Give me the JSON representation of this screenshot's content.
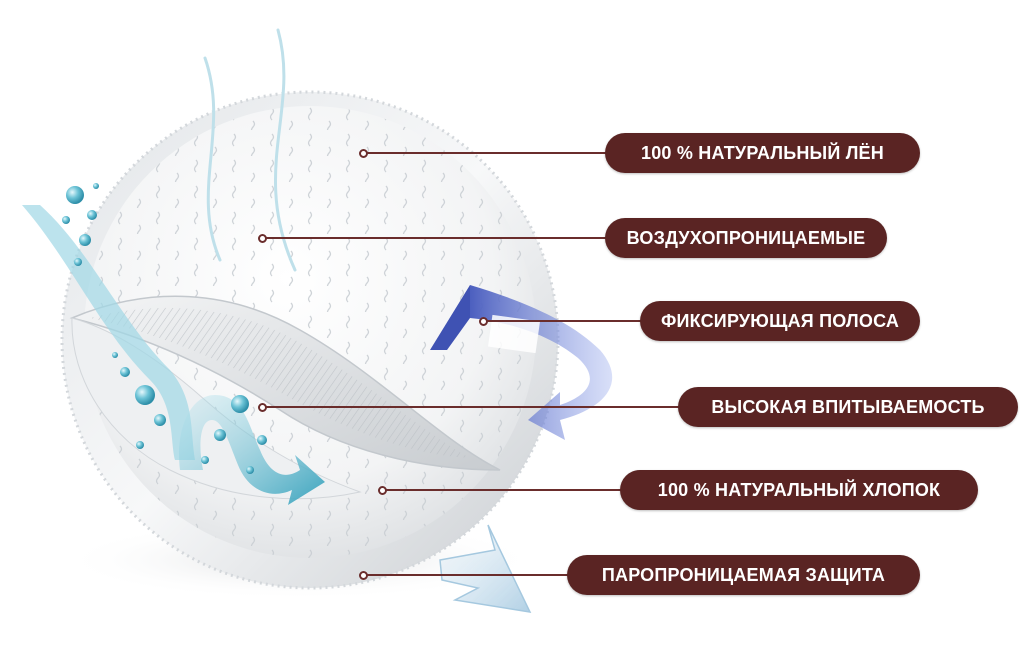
{
  "callouts": [
    {
      "id": "linen",
      "label": "100 % НАТУРАЛЬНЫЙ ЛЁН"
    },
    {
      "id": "breathable",
      "label": "ВОЗДУХОПРОНИЦАЕМЫЕ"
    },
    {
      "id": "fixing-strip",
      "label": "ФИКСИРУЮЩАЯ ПОЛОСА"
    },
    {
      "id": "absorbency",
      "label": "ВЫСОКАЯ ВПИТЫВАЕМОСТЬ"
    },
    {
      "id": "cotton",
      "label": "100 % НАТУРАЛЬНЫЙ ХЛОПОК"
    },
    {
      "id": "vapor-protection",
      "label": "ПАРОПРОНИЦАЕМАЯ ЗАЩИТА"
    }
  ],
  "colors": {
    "label_bg": "#5a2423",
    "leader": "#6a2d2c",
    "water": "#4fb3c8",
    "strip": "#5b6fc4"
  }
}
